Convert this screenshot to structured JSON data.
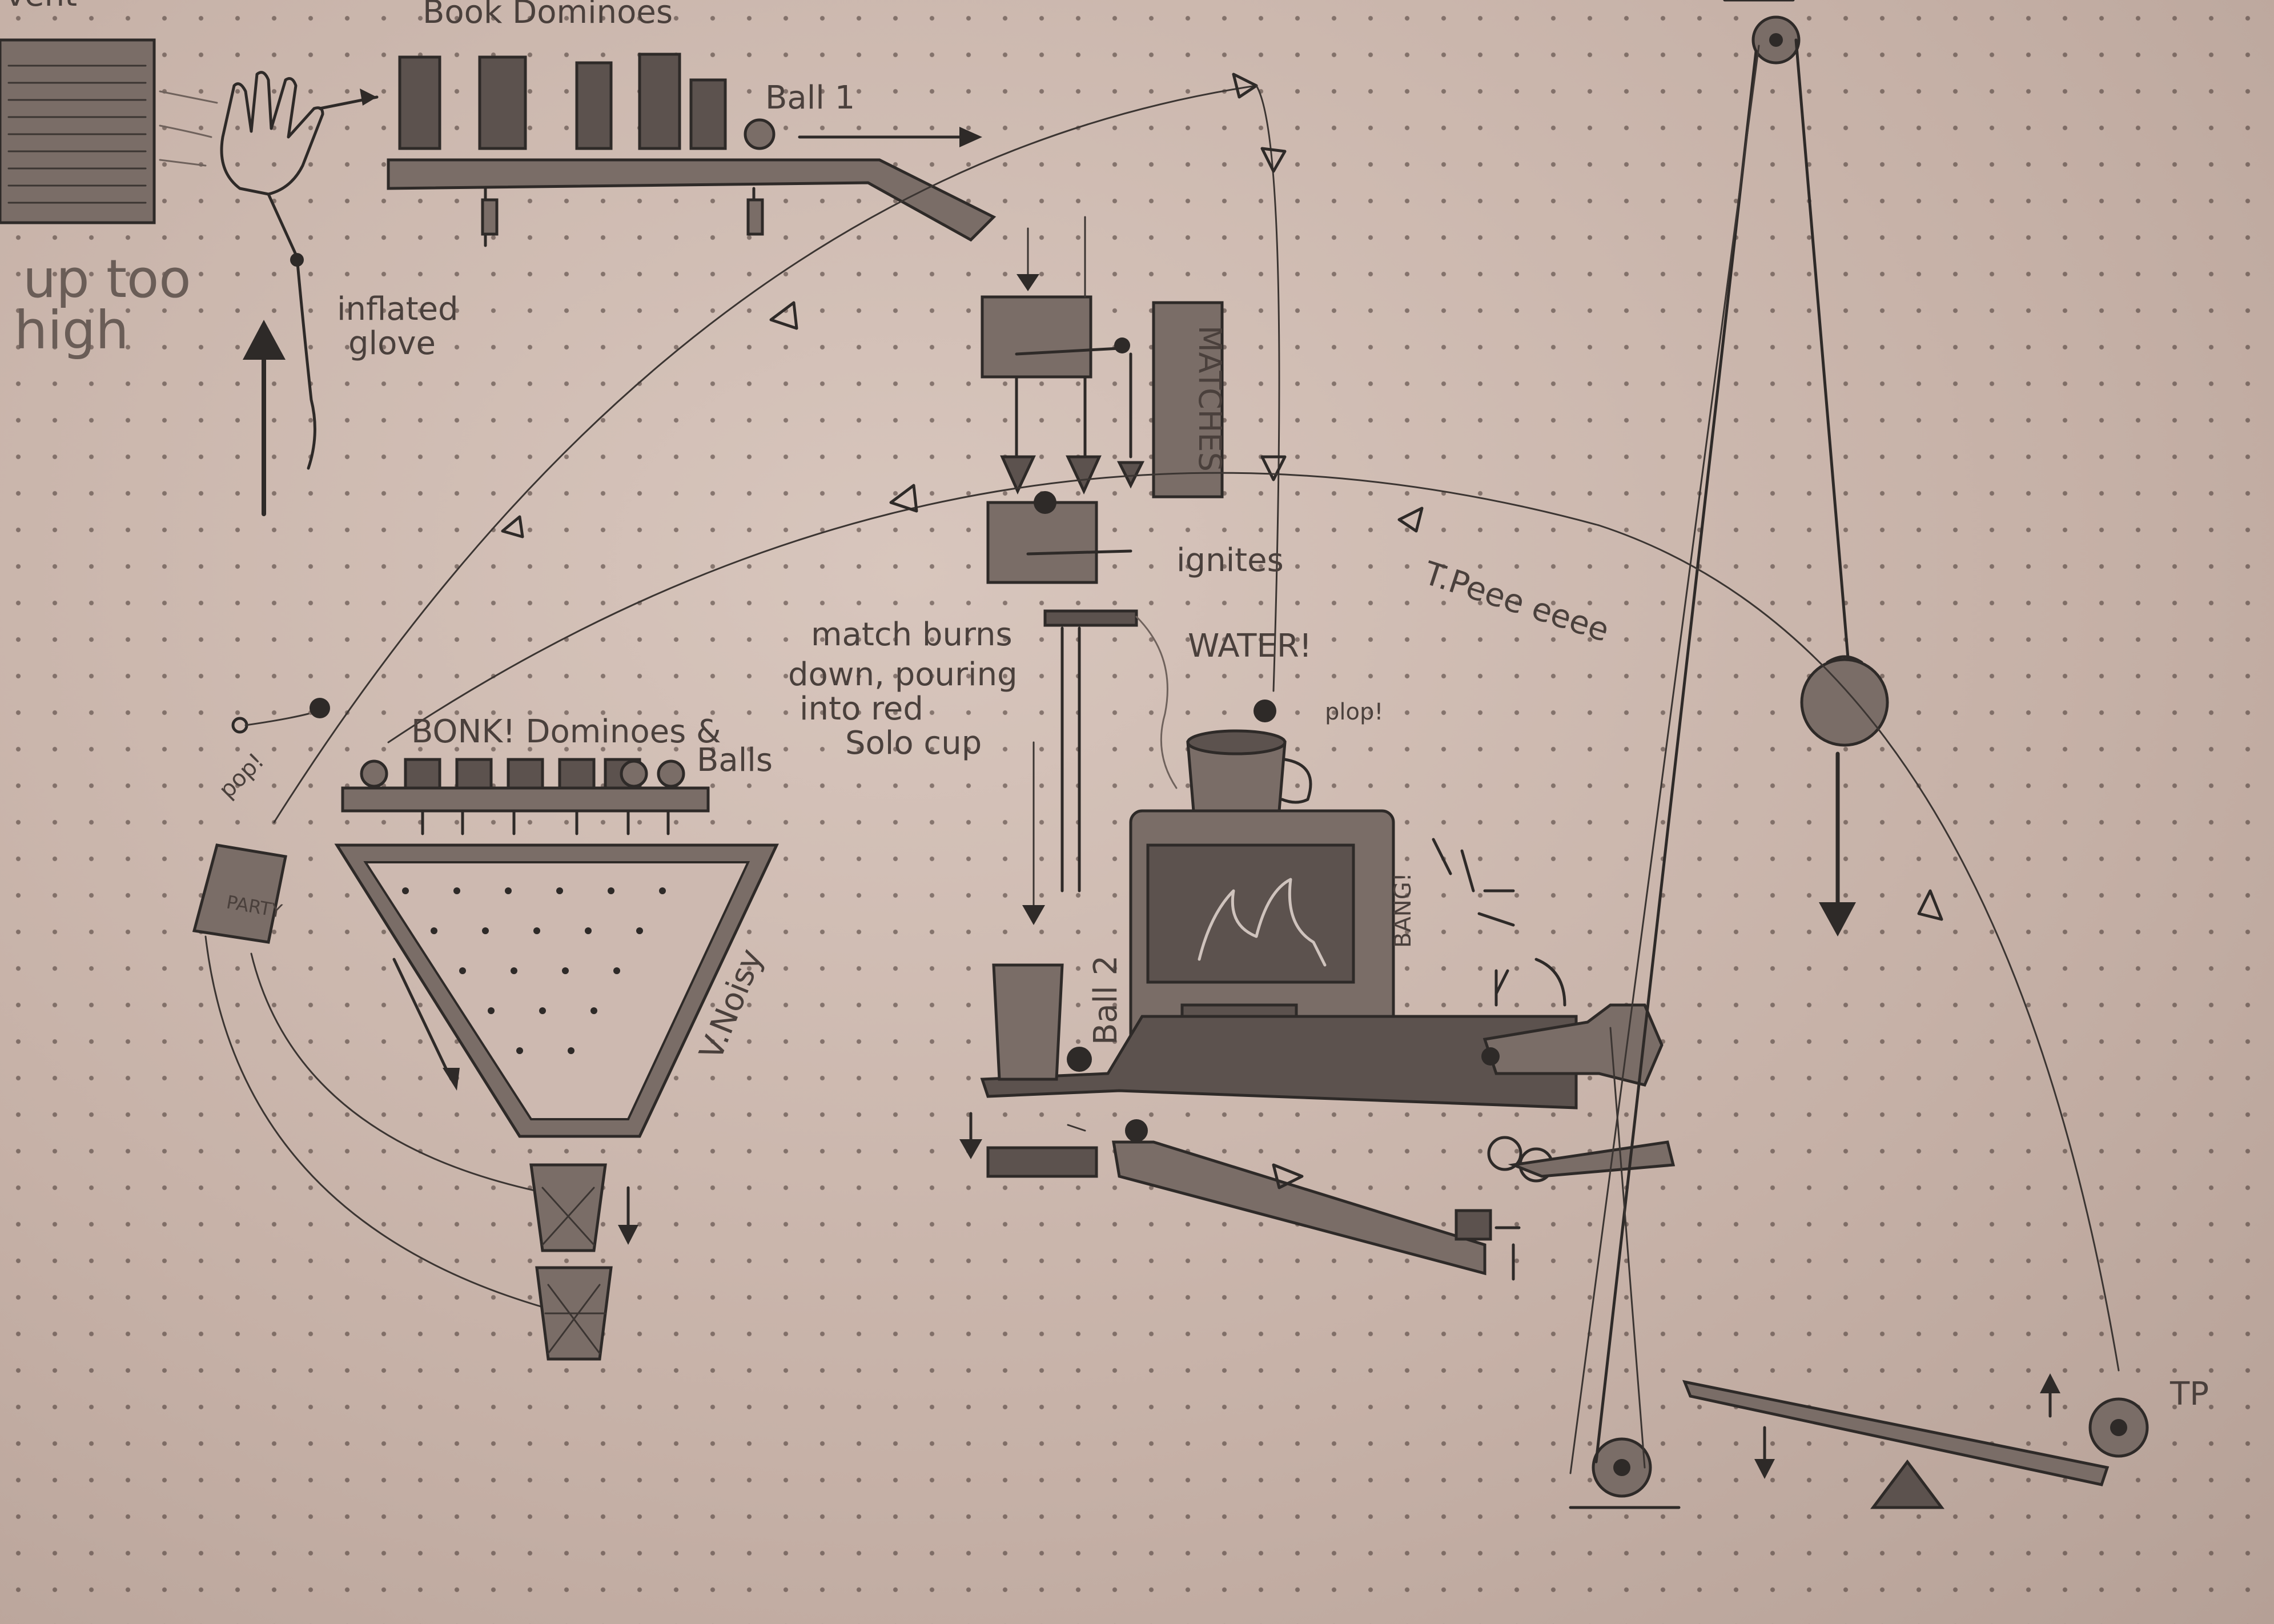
{
  "labels": {
    "top_left": "vent",
    "book_dominoes": "Book Dominoes",
    "ball_1": "Ball 1",
    "up_too": "up too",
    "high": "high",
    "inflated": "inflated",
    "glove": "glove",
    "matches": "MATCHES",
    "ignites": "ignites",
    "match_burns_1": "match burns",
    "match_burns_2": "down, pouring",
    "match_burns_3": "into red",
    "match_burns_4": "Solo cup",
    "water": "WATER!",
    "plop": "plop!",
    "t_peee": "T.Peee eeee",
    "bonk": "BONK! Dominoes &",
    "balls": "Balls",
    "pop": "pop!",
    "party": "PARTY",
    "v_noisy": "V.Noisy",
    "ball_2": "Ball 2",
    "bang": "BANG!",
    "tp": "TP"
  }
}
